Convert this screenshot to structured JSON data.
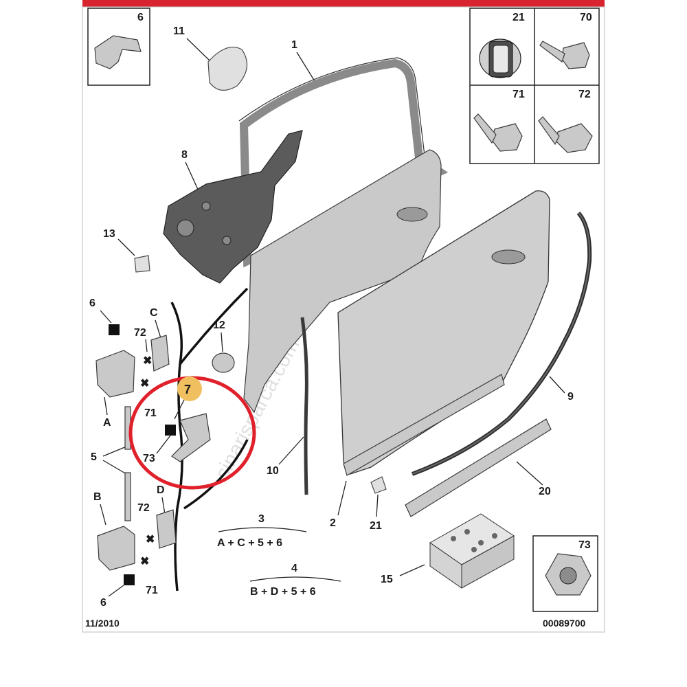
{
  "colors": {
    "header_bar": "#d8242f",
    "highlight_circle": "#e0202a",
    "highlight_badge": "#f0c060",
    "part_fill": "#c9c9c9",
    "part_dark": "#5b5b5b",
    "watermark": "#c8c8c8"
  },
  "diagram": {
    "date": "11/2010",
    "reference": "00089700",
    "watermark": "sinarisparca.com"
  },
  "callouts": {
    "c1": "1",
    "c2": "2",
    "c3": "3",
    "c4": "4",
    "c5": "5",
    "c6a": "6",
    "c6b": "6",
    "c6c": "6",
    "c7": "7",
    "c8": "8",
    "c9": "9",
    "c10": "10",
    "c11": "11",
    "c12": "12",
    "c13": "13",
    "c15": "15",
    "c20": "20",
    "c21a": "21",
    "c21b": "21",
    "c70": "70",
    "c71a": "71",
    "c71b": "71",
    "c71c": "71",
    "c72a": "72",
    "c72b": "72",
    "c72c": "72",
    "c73a": "73",
    "c73b": "73",
    "cA": "A",
    "cB": "B",
    "cC": "C",
    "cD": "D"
  },
  "formulas": {
    "f3": "A + C + 5 + 6",
    "f4": "B + D + 5 + 6"
  }
}
